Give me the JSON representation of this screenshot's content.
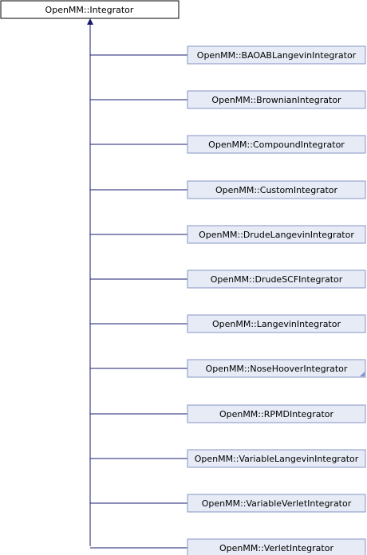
{
  "base": {
    "label": "OpenMM::Integrator"
  },
  "derived": [
    {
      "label": "OpenMM::BAOABLangevinIntegrator",
      "has_more": false
    },
    {
      "label": "OpenMM::BrownianIntegrator",
      "has_more": false
    },
    {
      "label": "OpenMM::CompoundIntegrator",
      "has_more": false
    },
    {
      "label": "OpenMM::CustomIntegrator",
      "has_more": false
    },
    {
      "label": "OpenMM::DrudeLangevinIntegrator",
      "has_more": false
    },
    {
      "label": "OpenMM::DrudeSCFIntegrator",
      "has_more": false
    },
    {
      "label": "OpenMM::LangevinIntegrator",
      "has_more": false
    },
    {
      "label": "OpenMM::NoseHooverIntegrator",
      "has_more": true
    },
    {
      "label": "OpenMM::RPMDIntegrator",
      "has_more": false
    },
    {
      "label": "OpenMM::VariableLangevinIntegrator",
      "has_more": false
    },
    {
      "label": "OpenMM::VariableVerletIntegrator",
      "has_more": false
    },
    {
      "label": "OpenMM::VerletIntegrator",
      "has_more": false
    }
  ],
  "colors": {
    "edge": "#191970",
    "derived_fill": "#e6ebf5",
    "derived_border": "#8496c8",
    "base_fill": "#ffffff",
    "base_border": "#000000"
  }
}
